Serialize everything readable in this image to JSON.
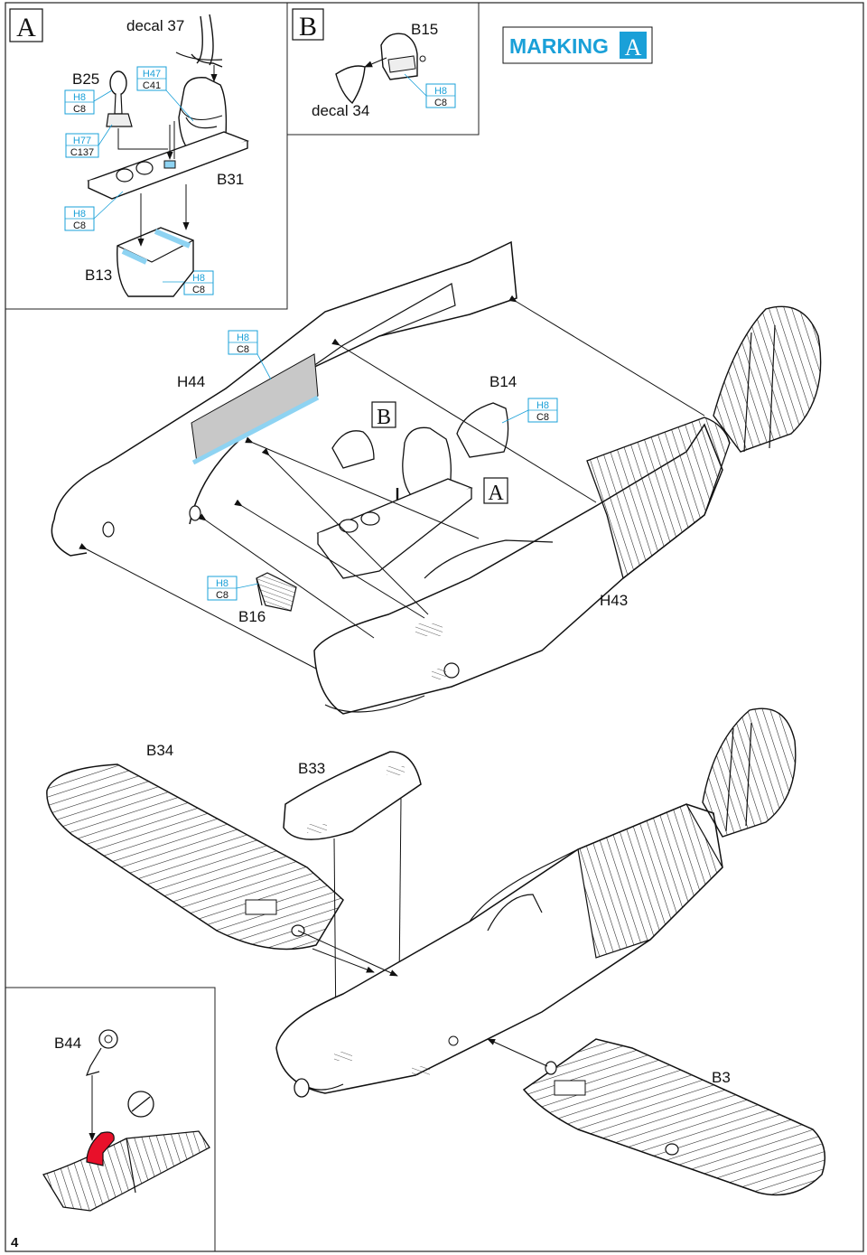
{
  "colors": {
    "paint_code": "#1aa0d8",
    "accent_red": "#e8102a",
    "glue": "#8ed3f2",
    "shade": "#c8c8c8"
  },
  "insets": {
    "a": {
      "letter": "A",
      "decal": "decal 37",
      "b25": "B25",
      "b31": "B31",
      "b13": "B13"
    },
    "b": {
      "letter": "B",
      "b15": "B15",
      "decal": "decal 34"
    }
  },
  "marking": {
    "word": "MARKING",
    "letter": "A"
  },
  "paint": {
    "h47": "H47",
    "c41": "C41",
    "h8": "H8",
    "c8": "C8",
    "h77": "H77",
    "c137": "C137"
  },
  "fuselage": {
    "h44": "H44",
    "b14": "B14",
    "b16": "B16",
    "h43": "H43",
    "callout_b": "B",
    "callout_a": "A"
  },
  "wings": {
    "b34": "B34",
    "b33": "B33",
    "b3": "B3"
  },
  "detail": {
    "b44": "B44"
  },
  "page_number": "4"
}
